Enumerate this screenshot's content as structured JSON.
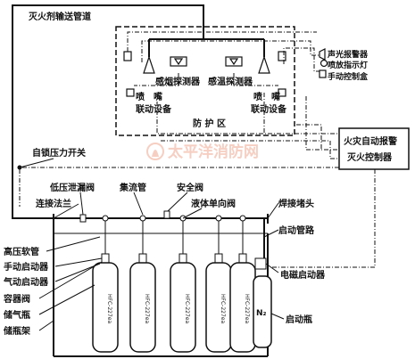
{
  "labels": {
    "pipeline_title": "灭火剂输送管道",
    "alarm_bell": "声光报警器",
    "spray_light": "喷放指示灯",
    "manual_box": "手动控制盒",
    "smoke_detector": "感烟探测器",
    "temp_detector": "感温探测器",
    "nozzle_left": "喷　嘴",
    "nozzle_right": "喷　嘴",
    "linkage_left": "联动设备",
    "linkage_right": "联动设备",
    "protection_zone": "防 护 区",
    "controller_line1": "火灾自动报警",
    "controller_line2": "灭火控制器",
    "pressure_switch": "自锁压力开关",
    "watermark": "太平洋消防网",
    "low_pressure_valve": "低压泄漏阀",
    "manifold": "集流管",
    "safety_valve": "安全阀",
    "flange": "连接法兰",
    "check_valve": "液体单向阀",
    "weld_plug": "焊接堵头",
    "start_pipe": "启动管路",
    "hp_hose": "高压软管",
    "manual_actuator": "手动启动器",
    "pneumatic_actuator": "气动启动器",
    "container_valve": "容器阀",
    "cylinder": "储气瓶",
    "rack": "储瓶架",
    "solenoid_actuator": "电磁启动器",
    "start_bottle": "启动瓶",
    "n2": "N₂"
  },
  "cylinders": [
    {
      "text": "HFC-227ea"
    },
    {
      "text": "HFC-227ea"
    },
    {
      "text": "HFC-227ea"
    },
    {
      "text": "HFC-227ea"
    },
    {
      "text": "HFC-227ea"
    }
  ],
  "colors": {
    "line": "#111111",
    "watermark": "#f6cfc2"
  }
}
